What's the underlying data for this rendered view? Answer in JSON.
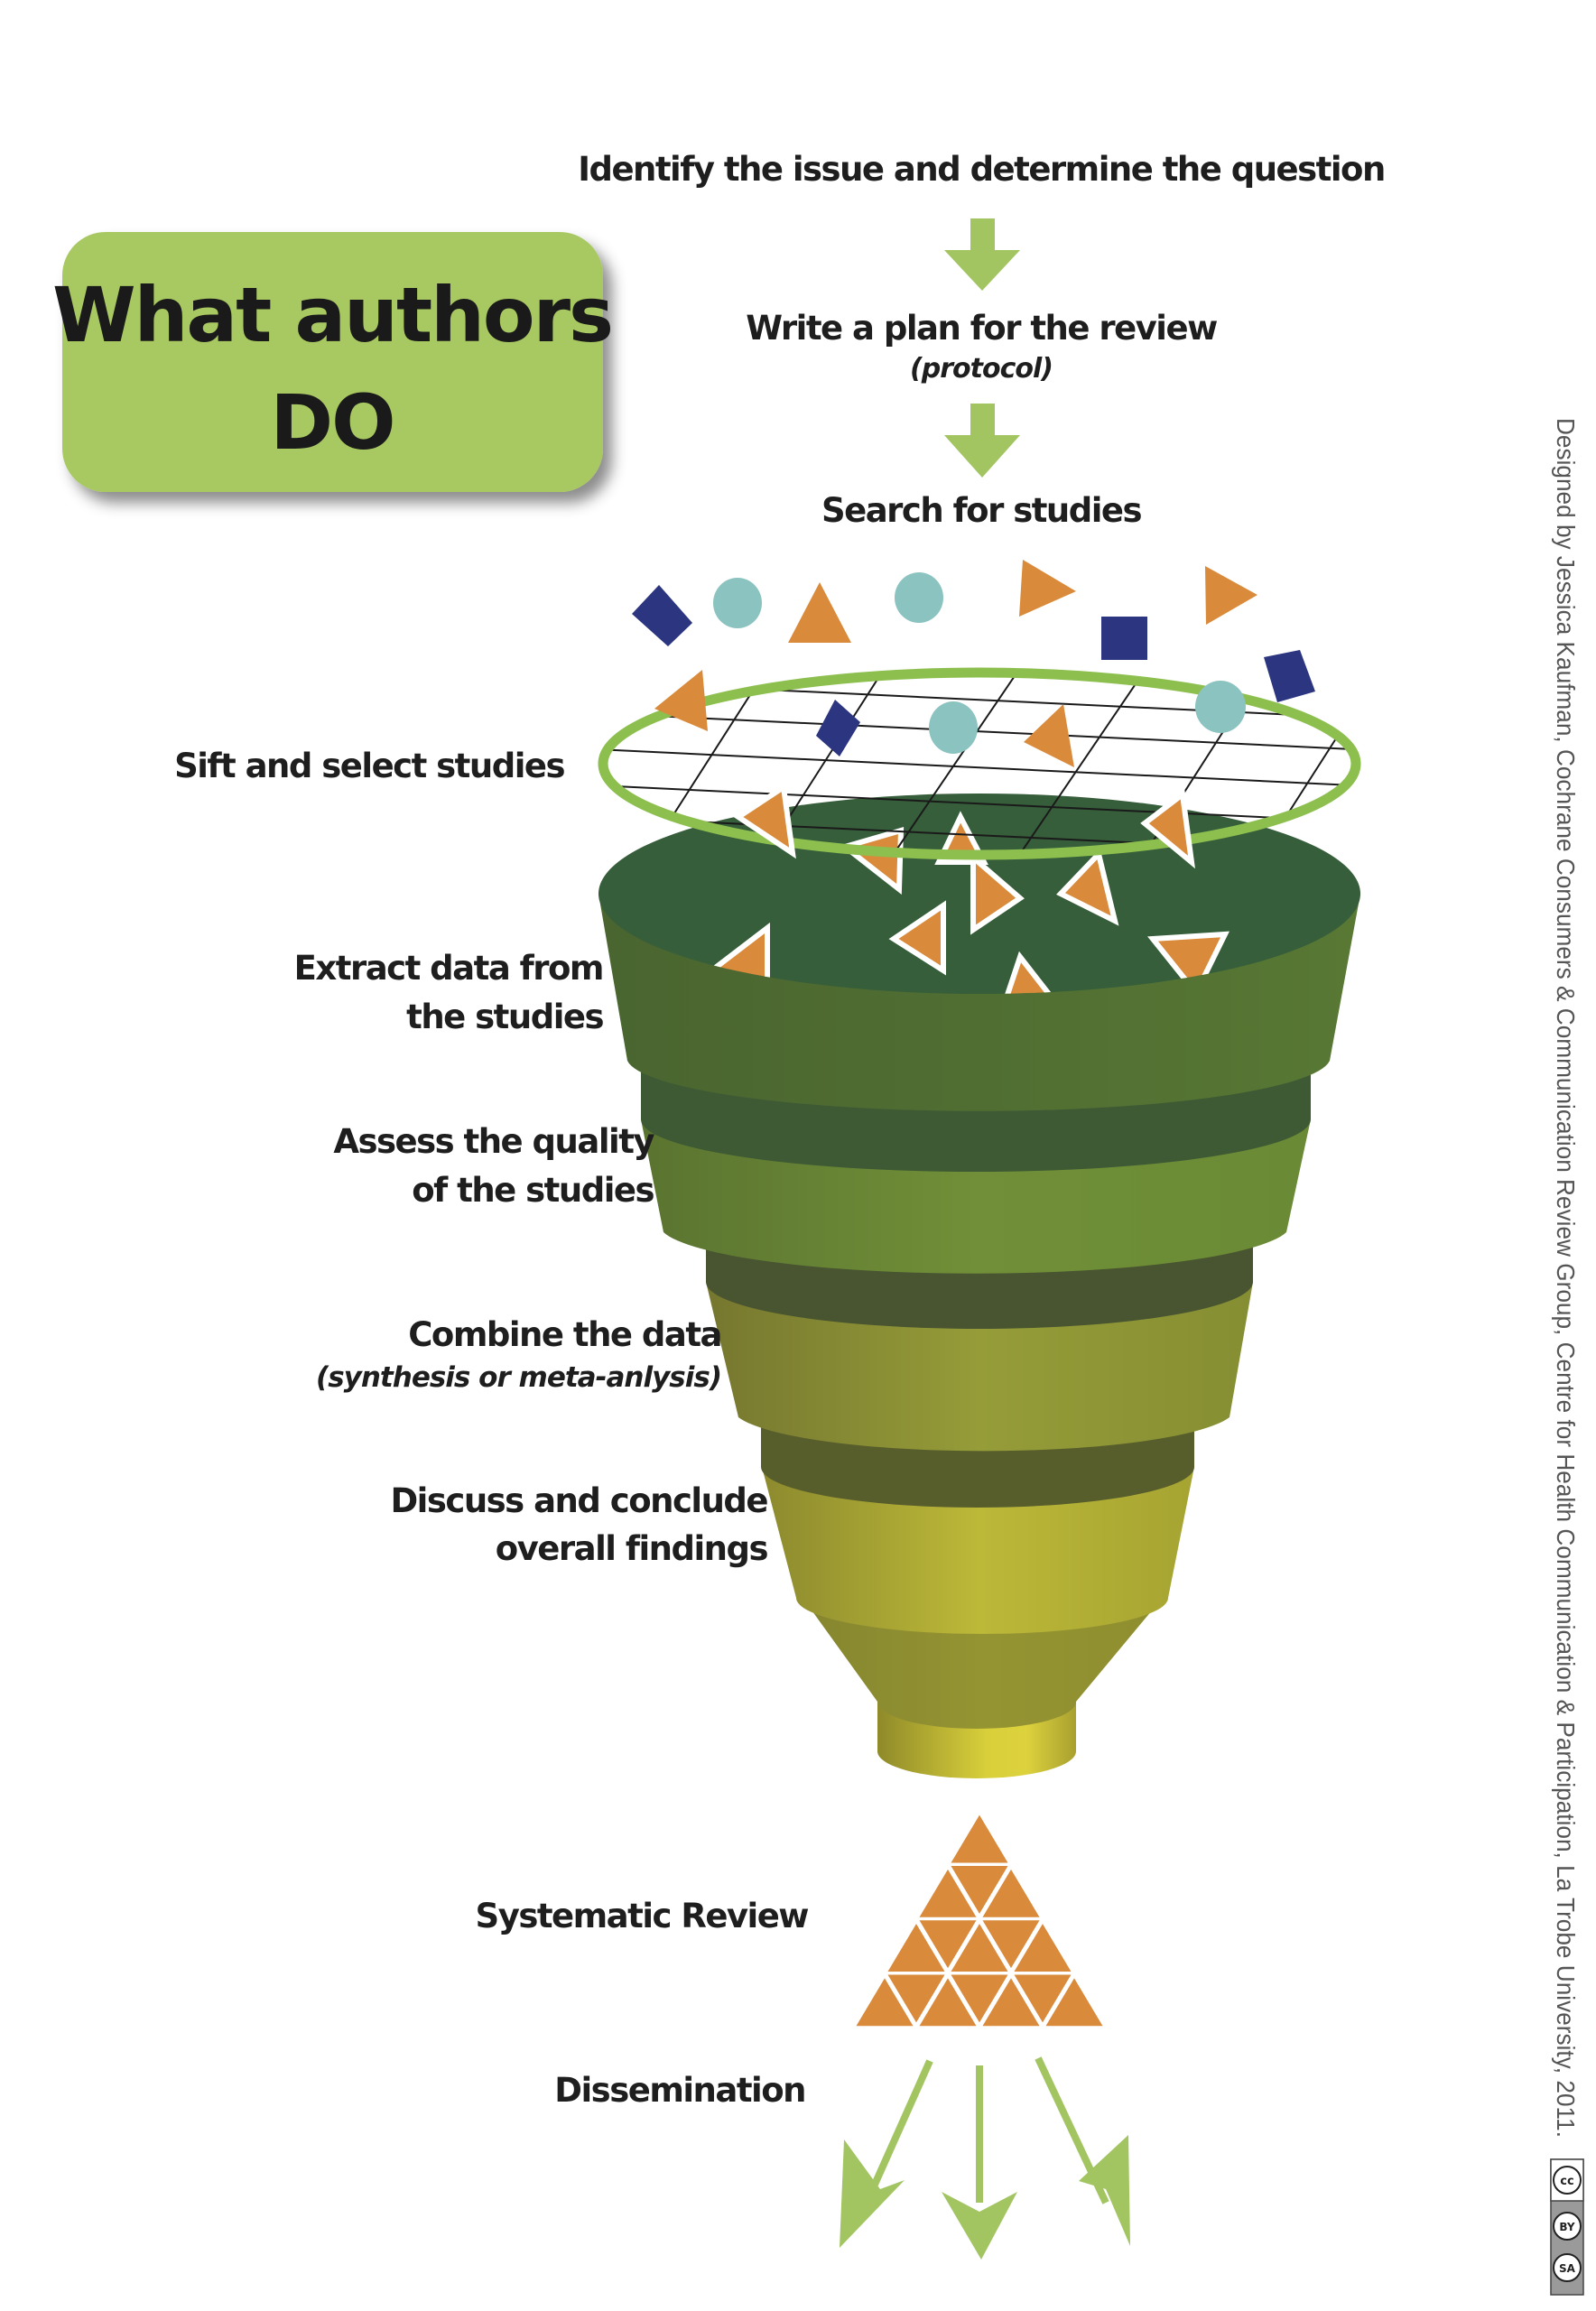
{
  "title_box": {
    "line1": "What authors",
    "line2": "DO",
    "color": "#a8c862"
  },
  "steps": {
    "identify": "Identify the issue and determine the question",
    "plan": "Write a plan for the review",
    "plan_note": "(protocol)",
    "search": "Search for studies",
    "sift": "Sift and select studies",
    "extract_1": "Extract data from",
    "extract_2": "the studies",
    "assess_1": "Assess the quality",
    "assess_2": "of the studies",
    "combine": "Combine the data",
    "combine_note": "(synthesis or meta-anlysis)",
    "discuss_1": "Discuss and conclude",
    "discuss_2": "overall findings",
    "review": "Systematic Review",
    "dissemination": "Dissemination"
  },
  "credit": {
    "text": "Designed by Jessica Kaufman, Cochrane Consumers & Communication Review Group, Centre for Health Communication & Participation, La Trobe University, 2011.",
    "license_badge": "cc-by-sa-icon",
    "license_labels": [
      "cc",
      "BY",
      "SA"
    ]
  },
  "colors": {
    "arrow_green": "#a2c562",
    "sieve_ring": "#8dbf4f",
    "orange": "#d98a3a",
    "navy": "#2b3580",
    "teal": "#8bc3c0",
    "funnel_top": "#365e3a",
    "funnel_1": "#4f6b30",
    "band_1": "#3e5a34",
    "funnel_2": "#6a8a35",
    "band_2": "#485530",
    "funnel_3": "#8d9535",
    "band_3": "#575e2c",
    "funnel_4": "#b8b535",
    "cone": "#8f8c2e",
    "neck": "#cfc83a"
  }
}
